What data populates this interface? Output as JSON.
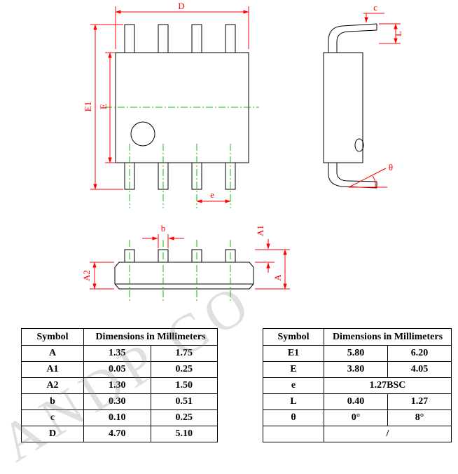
{
  "watermark": {
    "text": "ANDP CO"
  },
  "drawing": {
    "labels": {
      "D": "D",
      "E1": "E1",
      "E": "E",
      "e": "e",
      "c": "c",
      "L": "L",
      "theta": "θ",
      "b": "b",
      "A1": "A1",
      "A": "A",
      "A2": "A2"
    },
    "colors": {
      "outline": "#000000",
      "dimension": "#ff0000",
      "centerline": "#00c000"
    }
  },
  "tables": {
    "header_symbol": "Symbol",
    "header_dimensions": "Dimensions in Millimeters",
    "left": {
      "rows": [
        {
          "symbol": "A",
          "min": "1.35",
          "max": "1.75"
        },
        {
          "symbol": "A1",
          "min": "0.05",
          "max": "0.25"
        },
        {
          "symbol": "A2",
          "min": "1.30",
          "max": "1.50"
        },
        {
          "symbol": "b",
          "min": "0.30",
          "max": "0.51"
        },
        {
          "symbol": "c",
          "min": "0.10",
          "max": "0.25"
        },
        {
          "symbol": "D",
          "min": "4.70",
          "max": "5.10"
        }
      ]
    },
    "right": {
      "rows": [
        {
          "symbol": "E1",
          "min": "5.80",
          "max": "6.20"
        },
        {
          "symbol": "E",
          "min": "3.80",
          "max": "4.05"
        },
        {
          "symbol": "e",
          "merged": "1.27BSC"
        },
        {
          "symbol": "L",
          "min": "0.40",
          "max": "1.27"
        },
        {
          "symbol": "θ",
          "min": "0°",
          "max": "8°"
        },
        {
          "symbol": "",
          "merged": "/"
        }
      ]
    }
  }
}
